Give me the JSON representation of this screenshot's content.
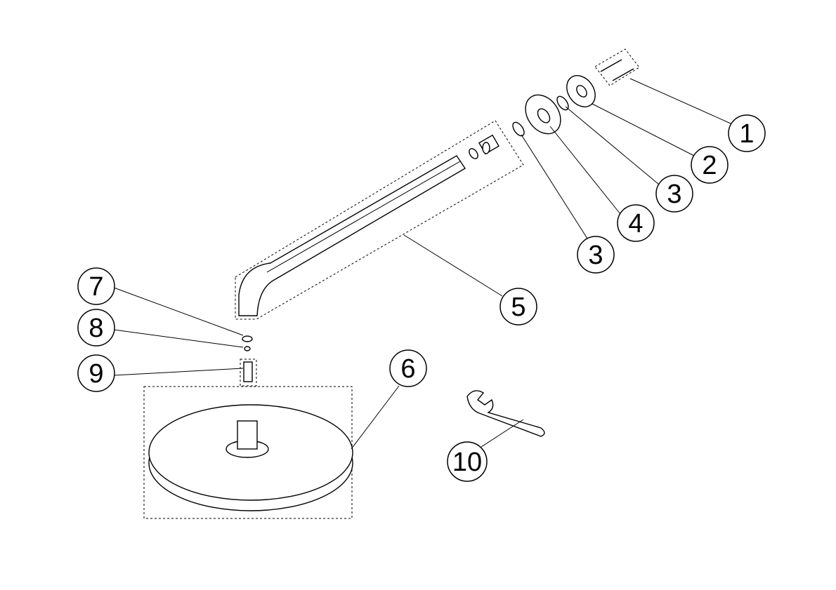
{
  "diagram": {
    "callouts": [
      {
        "label": "1"
      },
      {
        "label": "2"
      },
      {
        "label": "3"
      },
      {
        "label": "4"
      },
      {
        "label": "3"
      },
      {
        "label": "5"
      },
      {
        "label": "6"
      },
      {
        "label": "7"
      },
      {
        "label": "8"
      },
      {
        "label": "9"
      },
      {
        "label": "10"
      }
    ]
  }
}
